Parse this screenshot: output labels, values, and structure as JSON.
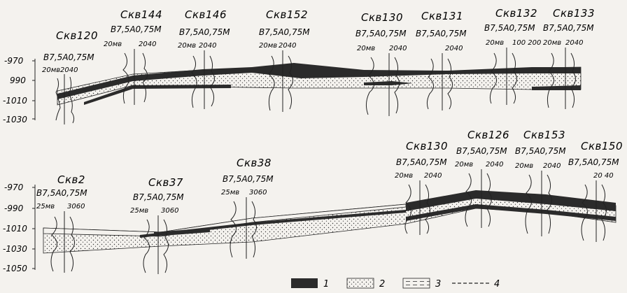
{
  "upper_section": {
    "depth_labels": [
      "-970",
      "990",
      "-1010",
      "-1030"
    ],
    "wells": [
      {
        "name": "Скв120",
        "probe": "B7,5A0,75M",
        "scale_left": "20мв",
        "scale_right": "2040"
      },
      {
        "name": "Скв144",
        "probe": "B7,5A0,75M",
        "scale_left": "20мв",
        "scale_right": "2040"
      },
      {
        "name": "Скв146",
        "probe": "B7,5A0,75M",
        "scale_left": "20мв",
        "scale_right": "2040"
      },
      {
        "name": "Скв152",
        "probe": "B7,5A0,75M",
        "scale_left": "20мв",
        "scale_right": "2040"
      },
      {
        "name": "Скв130",
        "probe": "B7,5A0,75M",
        "scale_left": "20мв",
        "scale_right": "2040"
      },
      {
        "name": "Скв131",
        "probe": "B7,5A0,75M",
        "scale_left": "",
        "scale_right": "2040"
      },
      {
        "name": "Скв132",
        "probe": "B7,5A0,75M",
        "scale_left": "20мв",
        "scale_right": "100 200"
      },
      {
        "name": "Скв133",
        "probe": "B7,5A0,75M",
        "scale_left": "20мв",
        "scale_right": "2040"
      }
    ]
  },
  "lower_section": {
    "depth_labels": [
      "-970",
      "-990",
      "-1010",
      "-1030",
      "-1050"
    ],
    "wells": [
      {
        "name": "Скв2",
        "probe": "B7,5A0,75M",
        "scale_left": "25мв",
        "scale_right": "3060"
      },
      {
        "name": "Скв37",
        "probe": "B7,5A0,75M",
        "scale_left": "25мв",
        "scale_right": "3060"
      },
      {
        "name": "Скв38",
        "probe": "B7,5A0,75M",
        "scale_left": "25мв",
        "scale_right": "3060"
      },
      {
        "name": "Скв130",
        "probe": "B7,5A0,75M",
        "scale_left": "20мв",
        "scale_right": "2040"
      },
      {
        "name": "Скв126",
        "probe": "B7,5A0,75M",
        "scale_left": "20мв",
        "scale_right": "2040"
      },
      {
        "name": "Скв153",
        "probe": "B7,5A0,75M",
        "scale_left": "20мв",
        "scale_right": "2040"
      },
      {
        "name": "Скв150",
        "probe": "B7,5A0,75M",
        "scale_left": "",
        "scale_right": "20 40"
      }
    ]
  },
  "legend": [
    "1",
    "2",
    "3",
    "4"
  ],
  "colors": {
    "ink": "#1b1b1b",
    "paper": "#f4f2ee",
    "dark_bed": "#2b2b2b"
  }
}
